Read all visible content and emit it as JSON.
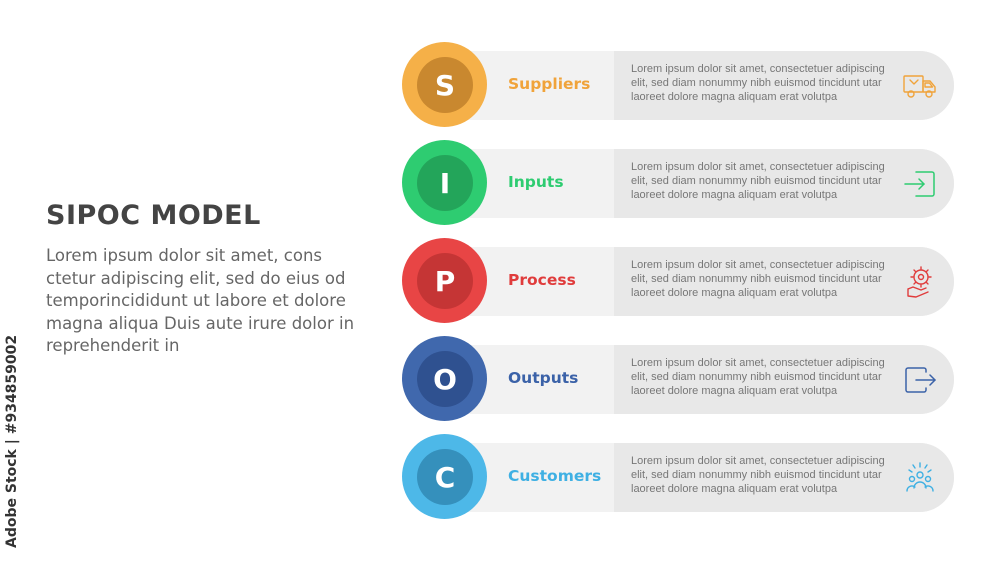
{
  "title": "SIPOC MODEL",
  "description": "Lorem ipsum dolor sit amet, cons ctetur adipiscing elit, sed do eius od temporincididunt ut labore et dolore magna aliqua Duis aute irure dolor in reprehenderit in",
  "side_credit": "Adobe Stock | #934859002",
  "steps": [
    {
      "letter": "S",
      "label": "Suppliers",
      "text": "Lorem ipsum dolor sit amet, consectetuer adipiscing elit, sed diam nonummy nibh euismod tincidunt utar laoreet dolore magna aliquam erat volutpa",
      "icon": "delivery-truck-icon",
      "colors": {
        "outer": "#f5b048",
        "inner": "#c9882f",
        "label": "#f0a33a",
        "icon": "#f0a33a"
      }
    },
    {
      "letter": "I",
      "label": "Inputs",
      "text": "Lorem ipsum dolor sit amet, consectetuer adipiscing elit, sed diam nonummy nibh euismod tincidunt utar laoreet dolore magna aliquam erat volutpa",
      "icon": "sign-in-icon",
      "colors": {
        "outer": "#2ecc71",
        "inner": "#23a55a",
        "label": "#2ecc71",
        "icon": "#2ecc71"
      }
    },
    {
      "letter": "P",
      "label": "Process",
      "text": "Lorem ipsum dolor sit amet, consectetuer adipiscing elit, sed diam nonummy nibh euismod tincidunt utar laoreet dolore magna aliquam erat volutpa",
      "icon": "gear-hand-icon",
      "colors": {
        "outer": "#e84545",
        "inner": "#c53535",
        "label": "#e03c3c",
        "icon": "#e03c3c"
      }
    },
    {
      "letter": "O",
      "label": "Outputs",
      "text": "Lorem ipsum dolor sit amet, consectetuer adipiscing elit, sed diam nonummy nibh euismod tincidunt utar laoreet dolore magna aliquam erat volutpa",
      "icon": "sign-out-icon",
      "colors": {
        "outer": "#4068ad",
        "inner": "#2f5190",
        "label": "#3b62a8",
        "icon": "#3b62a8"
      }
    },
    {
      "letter": "C",
      "label": "Customers",
      "text": "Lorem ipsum dolor sit amet, consectetuer adipiscing elit, sed diam nonummy nibh euismod tincidunt utar laoreet dolore magna aliquam erat volutpa",
      "icon": "people-group-icon",
      "colors": {
        "outer": "#4db8e8",
        "inner": "#3590bc",
        "label": "#3fb0e3",
        "icon": "#3fb0e3"
      }
    }
  ]
}
